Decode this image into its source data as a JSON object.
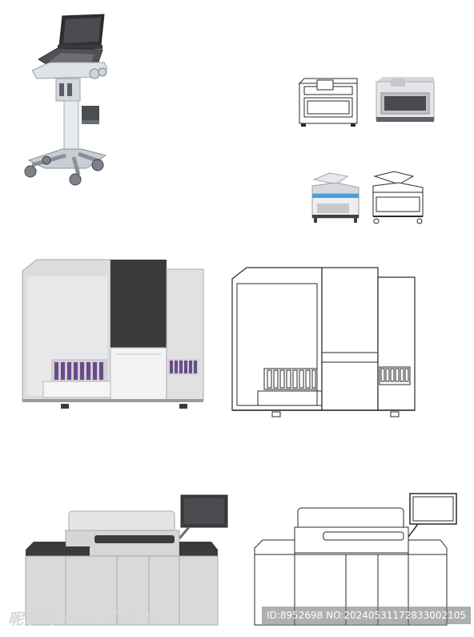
{
  "watermark": {
    "logo": "昵享网",
    "url": "www.nipic.cn"
  },
  "id_bar": {
    "id_text": "ID:8952698",
    "no_text": "NO:20240531172833002105"
  },
  "colors": {
    "background": "#ffffff",
    "panel_dark": "#3b3b3d",
    "panel_light": "#e6e6e8",
    "panel_mid": "#c7c7cb",
    "outline": "#2a2a2a",
    "accent_blue": "#4a9fd8",
    "tube_purple": "#6b4a8a"
  },
  "items": [
    "ultrasound-cart-icon",
    "compact-analyzer-outline-icon",
    "compact-analyzer-shaded-icon",
    "open-lid-analyzer-shaded-icon",
    "open-lid-analyzer-outline-icon",
    "hematology-analyzer-shaded-icon",
    "hematology-analyzer-outline-icon",
    "chemistry-analyzer-shaded-icon",
    "chemistry-analyzer-outline-icon"
  ]
}
